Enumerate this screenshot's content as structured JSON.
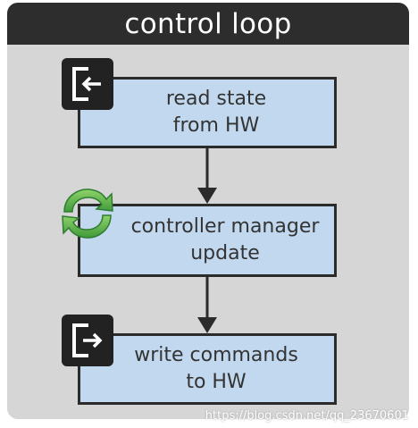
{
  "panel": {
    "title": "control loop"
  },
  "steps": [
    {
      "line1": "read state",
      "line2": "from HW",
      "icon": "exit-icon"
    },
    {
      "line1": "controller manager",
      "line2": "update",
      "icon": "refresh-cycle-icon"
    },
    {
      "line1": "write commands",
      "line2": "to HW",
      "icon": "enter-icon"
    }
  ],
  "colors": {
    "panel_bg": "#d6d6d6",
    "header_bg": "#2d2d2d",
    "box_fill": "#c2d8ef",
    "cycle_green": "#4caf50"
  },
  "watermark": "https://blog.csdn.net/qq_23670601"
}
